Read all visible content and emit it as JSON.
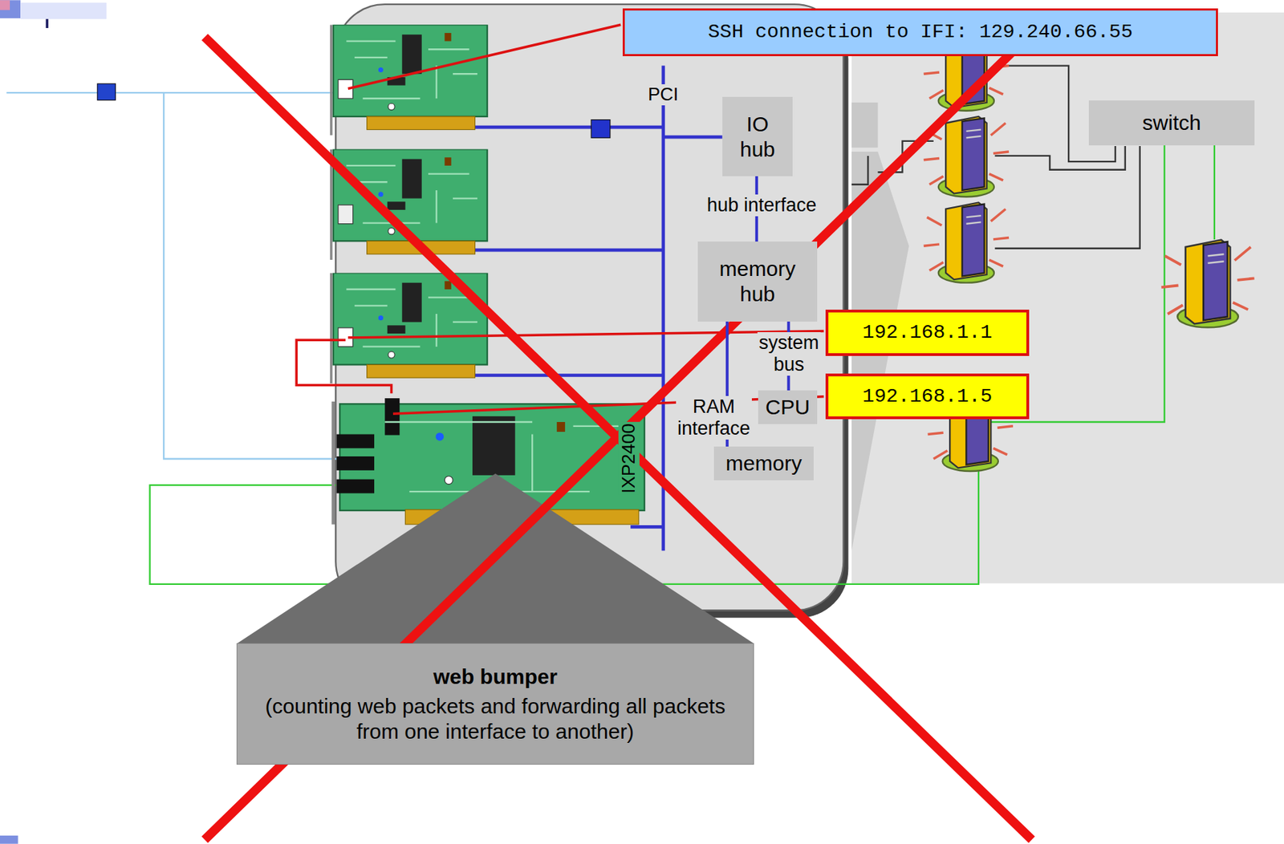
{
  "diagram": {
    "nodes": [
      {
        "text": [
          "SSH connection to IFI: 129.240.66.55"
        ]
      },
      {
        "text": [
          "IO hub"
        ]
      },
      {
        "text": [
          "memory hub"
        ]
      },
      {
        "text": [
          "192.168.1.1"
        ]
      },
      {
        "text": [
          "CPU"
        ]
      },
      {
        "text": [
          "192.168.1.5"
        ]
      },
      {
        "text": [
          "memory"
        ]
      },
      {
        "text": [
          "switch"
        ]
      },
      {
        "text": [
          "web bumper",
          "(counting web packets and forwarding all packets from one interface to another)"
        ]
      }
    ],
    "edges": [
      {
        "from": 1,
        "to": 2,
        "label": "hub interface",
        "arrow": "none"
      },
      {
        "from": 2,
        "to": 4,
        "label": "system bus",
        "arrow": "none"
      },
      {
        "from": 2,
        "to": 6,
        "label": "RAM interface",
        "arrow": "none"
      }
    ],
    "labels": [
      "PCI",
      "IXP2400"
    ]
  }
}
